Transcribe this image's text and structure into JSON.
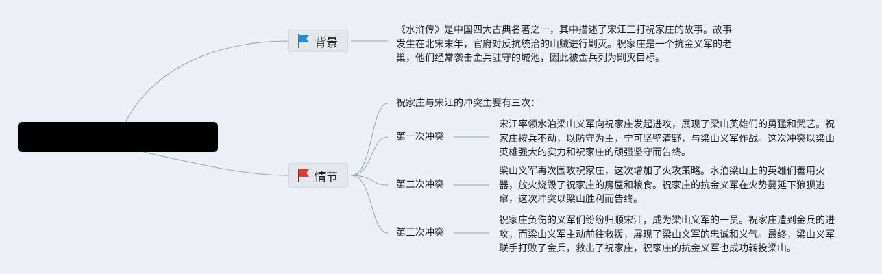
{
  "root": {
    "label": ""
  },
  "colors": {
    "background": "#ebf0f6",
    "line": "#9aa1ab",
    "flag_blue": "#1e8fd6",
    "flag_red": "#e8382c"
  },
  "branches": [
    {
      "label": "背景",
      "icon": "blue-flag-icon",
      "text": "《水浒传》是中国四大古典名著之一，其中描述了宋江三打祝家庄的故事。故事发生在北宋末年，官府对反抗统治的山贼进行剿灭。祝家庄是一个抗金义军的老巢，他们经常袭击金兵驻守的城池，因此被金兵列为剿灭目标。"
    },
    {
      "label": "情节",
      "icon": "red-flag-icon",
      "intro": "祝家庄与宋江的冲突主要有三次：",
      "conflicts": [
        {
          "label": "第一次冲突",
          "text": "宋江率领水泊梁山义军向祝家庄发起进攻，展现了梁山英雄们的勇猛和武艺。祝家庄按兵不动，以防守为主，宁可坚壁清野，与梁山义军作战。这次冲突以梁山英雄强大的实力和祝家庄的顽强坚守而告终。"
        },
        {
          "label": "第二次冲突",
          "text": "梁山义军再次围攻祝家庄，这次增加了火攻策略。水泊梁山上的英雄们善用火器，放火烧毁了祝家庄的房屋和粮食。祝家庄的抗金义军在火势蔓延下狼狈逃窜，这次冲突以梁山胜利而告终。"
        },
        {
          "label": "第三次冲突",
          "text": "祝家庄负伤的义军们纷纷归顺宋江，成为梁山义军的一员。祝家庄遭到金兵的进攻，而梁山义军主动前往救援，展现了梁山义军的忠诚和义气。最终，梁山义军联手打败了金兵，救出了祝家庄，祝家庄的抗金义军也成功转投梁山。"
        }
      ]
    }
  ]
}
